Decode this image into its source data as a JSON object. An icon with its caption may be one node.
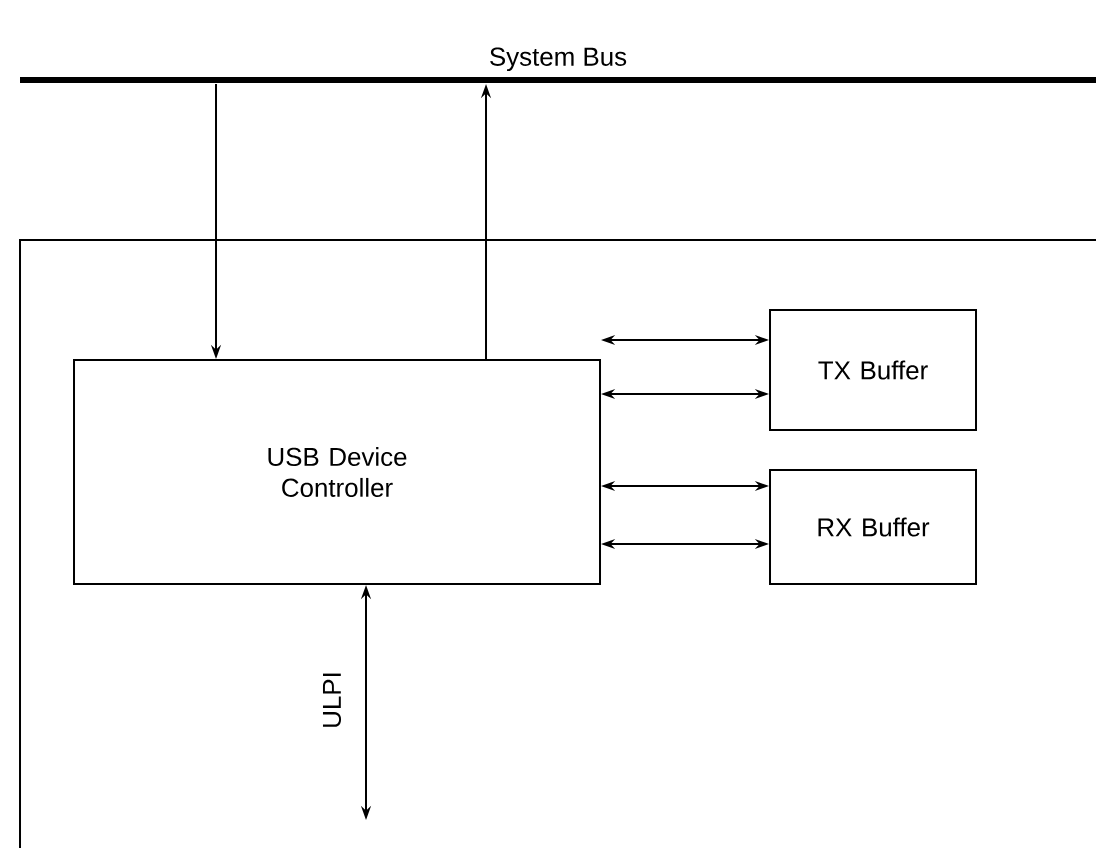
{
  "diagram": {
    "nodes": [
      {
        "text": [
          "System Bus"
        ]
      },
      {
        "text": [],
        "shape": "box"
      },
      {
        "text": [
          "USB Device Controller"
        ],
        "in": 1
      },
      {
        "text": [
          "TX Buffer"
        ],
        "in": 1
      },
      {
        "text": [
          "RX Buffer"
        ],
        "in": 1
      }
    ],
    "edges": [
      {
        "from": 0,
        "to": 2,
        "arrow": "to"
      },
      {
        "from": 2,
        "to": 0,
        "arrow": "to"
      },
      {
        "from": 2,
        "to": 3,
        "arrow": "both"
      },
      {
        "from": 2,
        "to": 3,
        "arrow": "both"
      },
      {
        "from": 2,
        "to": 4,
        "arrow": "both"
      },
      {
        "from": 2,
        "to": 4,
        "arrow": "both"
      },
      {
        "from": 2,
        "to": null,
        "arrow": "both",
        "label": "ULPI"
      }
    ]
  }
}
